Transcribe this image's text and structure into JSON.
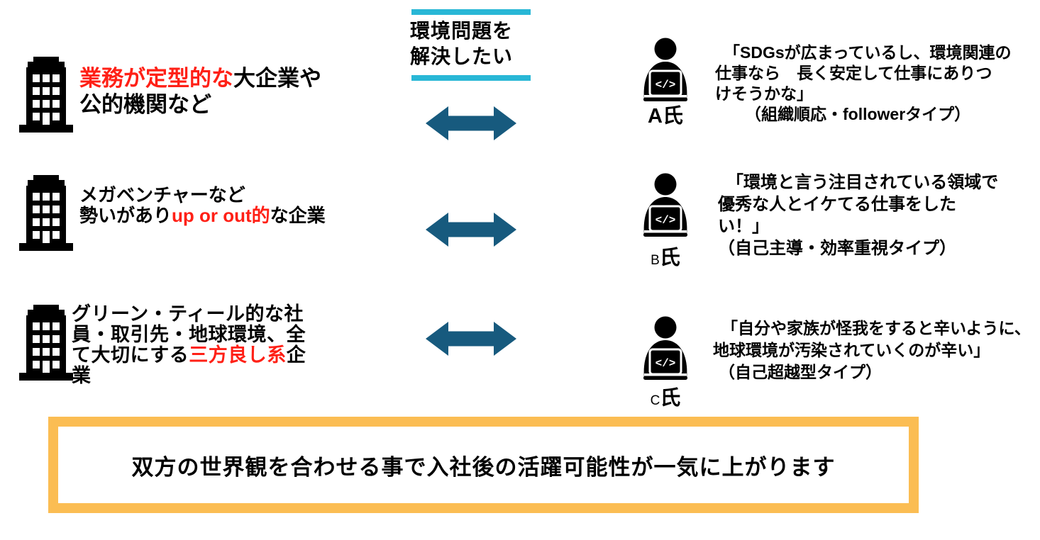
{
  "colors": {
    "cyan_rule": "#29b7d6",
    "arrow_teal": "#175a7e",
    "banner_orange": "#fbbd53",
    "highlight_red": "#ff2016",
    "text_black": "#000000"
  },
  "header": {
    "goal_text": "環境問題を\n解決したい"
  },
  "icons": {
    "building": "building-icon",
    "person": "person-laptop-icon",
    "arrow": "double-headed-arrow-icon",
    "laptop_code_glyph": "</>"
  },
  "rows": [
    {
      "company": {
        "lines": [
          {
            "segments": [
              {
                "text": "業務が定型的な",
                "red": true
              },
              {
                "text": "大企業や",
                "red": false
              }
            ]
          },
          {
            "segments": [
              {
                "text": "公的機関など",
                "red": false
              }
            ]
          }
        ]
      },
      "person": {
        "prefix": "A",
        "suffix": "氏"
      },
      "quote": {
        "lines": [
          "「SDGsが広まっているし、環境関連の",
          "仕事なら　長く安定して仕事にありつ",
          "けそうかな」",
          "（組織順応・followerタイプ）"
        ]
      }
    },
    {
      "company": {
        "lines": [
          {
            "segments": [
              {
                "text": "メガベンチャーなど",
                "red": false
              }
            ]
          },
          {
            "segments": [
              {
                "text": "勢いがあり",
                "red": false
              },
              {
                "text": "up or out的",
                "red": true
              },
              {
                "text": "な企業",
                "red": false
              }
            ]
          }
        ]
      },
      "person": {
        "prefix": "B",
        "suffix": "氏"
      },
      "quote": {
        "lines": [
          "「環境と言う注目されている領域で",
          "優秀な人とイケてる仕事をした",
          "い！」",
          "（自己主導・効率重視タイプ）"
        ]
      }
    },
    {
      "company": {
        "lines": [
          {
            "segments": [
              {
                "text": "グリーン・ティール的な社",
                "red": false
              }
            ]
          },
          {
            "segments": [
              {
                "text": "員・取引先・地球環境、全",
                "red": false
              }
            ]
          },
          {
            "segments": [
              {
                "text": "て大切にする",
                "red": false
              },
              {
                "text": "三方良し系",
                "red": true
              },
              {
                "text": "企",
                "red": false
              }
            ]
          },
          {
            "segments": [
              {
                "text": "業",
                "red": false
              }
            ]
          }
        ]
      },
      "person": {
        "prefix": "C",
        "suffix": "氏"
      },
      "quote": {
        "lines": [
          "「自分や家族が怪我をすると辛いように、",
          "地球環境が汚染されていくのが辛い」",
          "（自己超越型タイプ）"
        ]
      }
    }
  ],
  "banner": {
    "text": "双方の世界観を合わせる事で入社後の活躍可能性が一気に上がります"
  }
}
